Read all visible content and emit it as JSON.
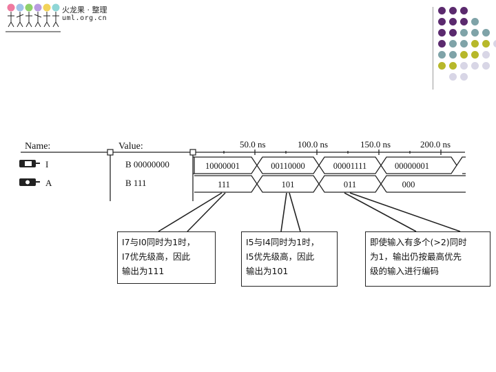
{
  "header": {
    "logo_line1": "火龙果 · 整理",
    "logo_line2": "uml.org.cn"
  },
  "colors": {
    "purple": "#5b2a6e",
    "teal": "#7fa3a8",
    "olive": "#b7b82a",
    "lavender": "#d8d6e6"
  },
  "waveform": {
    "name_header": "Name:",
    "value_header": "Value:",
    "time_labels": [
      "50.0 ns",
      "100.0 ns",
      "150.0 ns",
      "200.0 ns"
    ],
    "signals": [
      {
        "icon": "input-pin-icon",
        "name": "I",
        "value": "B 00000000",
        "segments": [
          "10000001",
          "00110000",
          "00001111",
          "00000001"
        ]
      },
      {
        "icon": "output-pin-icon",
        "name": "A",
        "value": "B 111",
        "segments": [
          "111",
          "101",
          "011",
          "000"
        ]
      }
    ]
  },
  "notes": [
    {
      "lines": [
        "I7与I0同时为1时，",
        "I7优先级高，因此",
        "输出为111"
      ]
    },
    {
      "lines": [
        "I5与I4同时为1时，",
        "I5优先级高，因此",
        "输出为101"
      ]
    },
    {
      "lines": [
        "即使输入有多个(>2)同时",
        "为1，输出仍按最高优先",
        "级的输入进行编码"
      ]
    }
  ]
}
